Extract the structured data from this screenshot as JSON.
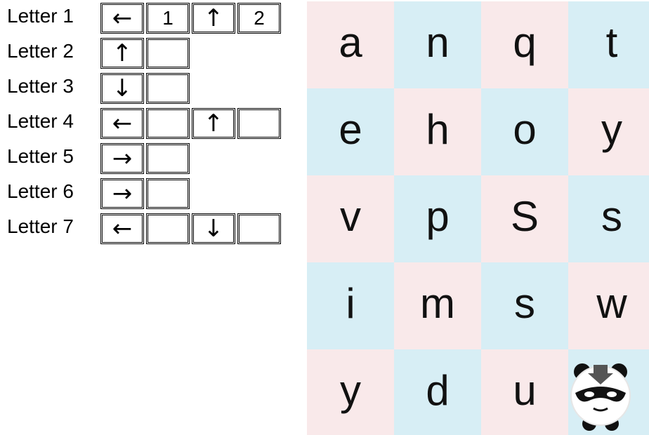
{
  "clues": [
    {
      "label": "Letter 1",
      "boxes": [
        {
          "type": "arrow",
          "text": "←"
        },
        {
          "type": "num",
          "text": "1"
        },
        {
          "type": "arrow",
          "text": "↑"
        },
        {
          "type": "num",
          "text": "2"
        }
      ]
    },
    {
      "label": "Letter 2",
      "boxes": [
        {
          "type": "arrow",
          "text": "↑"
        },
        {
          "type": "num",
          "text": ""
        }
      ]
    },
    {
      "label": "Letter 3",
      "boxes": [
        {
          "type": "arrow",
          "text": "↓"
        },
        {
          "type": "num",
          "text": ""
        }
      ]
    },
    {
      "label": "Letter 4",
      "boxes": [
        {
          "type": "arrow",
          "text": "←"
        },
        {
          "type": "num",
          "text": ""
        },
        {
          "type": "arrow",
          "text": "↑"
        },
        {
          "type": "num",
          "text": ""
        }
      ]
    },
    {
      "label": "Letter 5",
      "boxes": [
        {
          "type": "arrow",
          "text": "→"
        },
        {
          "type": "num",
          "text": ""
        }
      ]
    },
    {
      "label": "Letter 6",
      "boxes": [
        {
          "type": "arrow",
          "text": "→"
        },
        {
          "type": "num",
          "text": ""
        }
      ]
    },
    {
      "label": "Letter 7",
      "boxes": [
        {
          "type": "arrow",
          "text": "←"
        },
        {
          "type": "num",
          "text": ""
        },
        {
          "type": "arrow",
          "text": "↓"
        },
        {
          "type": "num",
          "text": ""
        }
      ]
    }
  ],
  "grid": {
    "rows": [
      [
        "a",
        "n",
        "q",
        "t"
      ],
      [
        "e",
        "h",
        "o",
        "y"
      ],
      [
        "v",
        "p",
        "S",
        "s"
      ],
      [
        "i",
        "m",
        "s",
        "w"
      ],
      [
        "y",
        "d",
        "u",
        ""
      ]
    ],
    "colors": {
      "pink": "#f9e9ea",
      "blue": "#d7eef5"
    },
    "player": {
      "icon": "panda-bandit-icon",
      "row": 4,
      "col": 3
    }
  }
}
